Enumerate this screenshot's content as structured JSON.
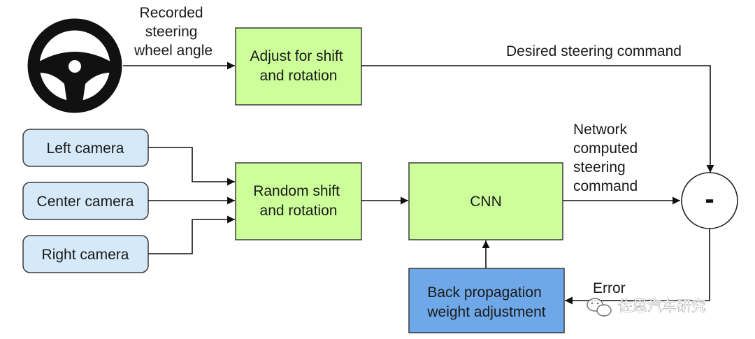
{
  "labels": {
    "recorded_line1": "Recorded",
    "recorded_line2": "steering",
    "recorded_line3": "wheel angle",
    "adjust_line1": "Adjust for shift",
    "adjust_line2": "and rotation",
    "desired": "Desired steering command",
    "left_camera": "Left camera",
    "center_camera": "Center camera",
    "right_camera": "Right camera",
    "random_line1": "Random shift",
    "random_line2": "and rotation",
    "cnn": "CNN",
    "network_line1": "Network",
    "network_line2": "computed",
    "network_line3": "steering",
    "network_line4": "command",
    "minus": "-",
    "error": "Error",
    "back_line1": "Back propagation",
    "back_line2": "weight adjustment"
  },
  "watermark": "佐思汽车研究",
  "icons": [
    "steering-wheel-icon",
    "wechat-icon"
  ],
  "colors": {
    "process_box": "#ccff99",
    "backprop_box": "#6fa8e8",
    "camera_box": "#d6e9f8"
  }
}
